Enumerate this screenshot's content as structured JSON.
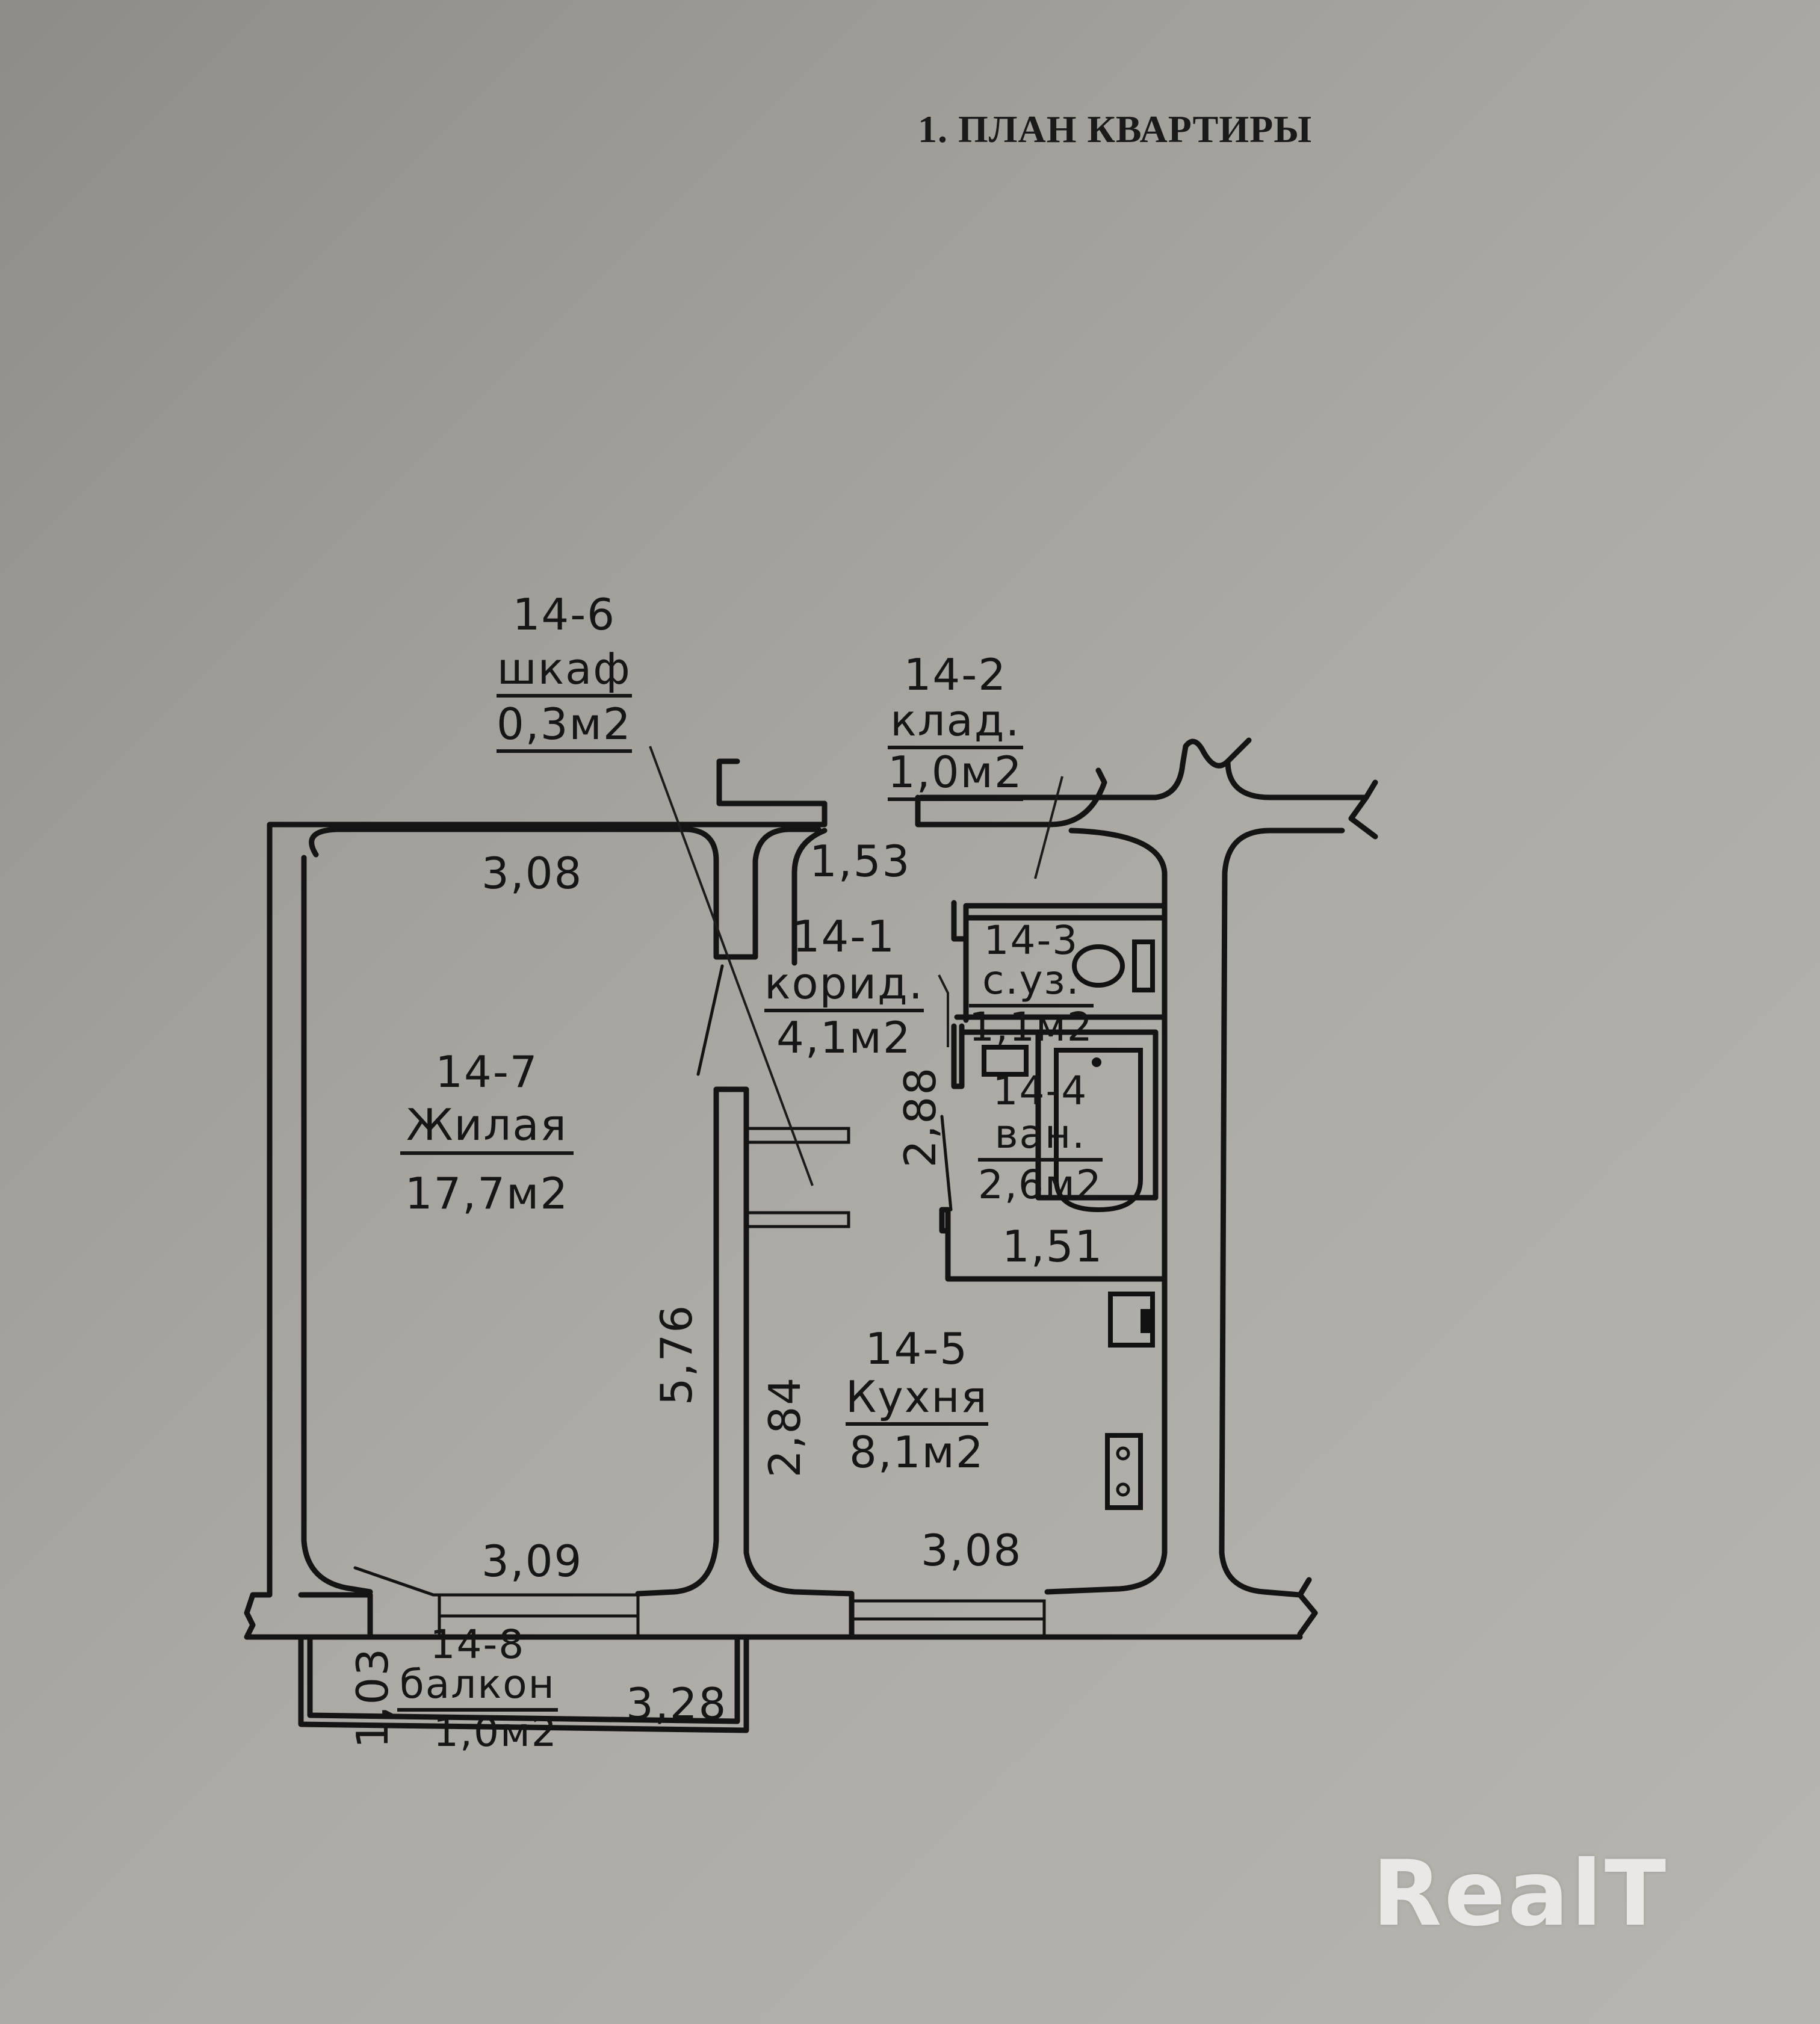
{
  "document": {
    "title": "1. ПЛАН КВАРТИРЫ",
    "paper_color": "#a9a6a1",
    "ink_color": "#141414"
  },
  "rooms": [
    {
      "id": "14-1",
      "name": "корид.",
      "area": "4,1м2"
    },
    {
      "id": "14-2",
      "name": "клад.",
      "area": "1,0м2"
    },
    {
      "id": "14-3",
      "name": "с.уз.",
      "area": "1,1м2"
    },
    {
      "id": "14-4",
      "name": "ван.",
      "area": "2,6м2"
    },
    {
      "id": "14-5",
      "name": "Кухня",
      "area": "8,1м2"
    },
    {
      "id": "14-6",
      "name": "шкаф",
      "area": "0,3м2"
    },
    {
      "id": "14-7",
      "name": "Жилая",
      "area": "17,7м2"
    },
    {
      "id": "14-8",
      "name": "балкон",
      "area": "1,0м2"
    }
  ],
  "dimensions": {
    "living_top": "3,08",
    "living_bottom": "3,09",
    "living_side": "5,76",
    "corridor_top": "1,53",
    "corridor_side": "2,88",
    "bath_bottom": "1,51",
    "kitchen_side": "2,84",
    "kitchen_bottom": "3,08",
    "balcony_side": "1,03",
    "balcony_length": "3,28"
  },
  "watermark": {
    "text": "RealT",
    "color": "#e9e8e6"
  }
}
